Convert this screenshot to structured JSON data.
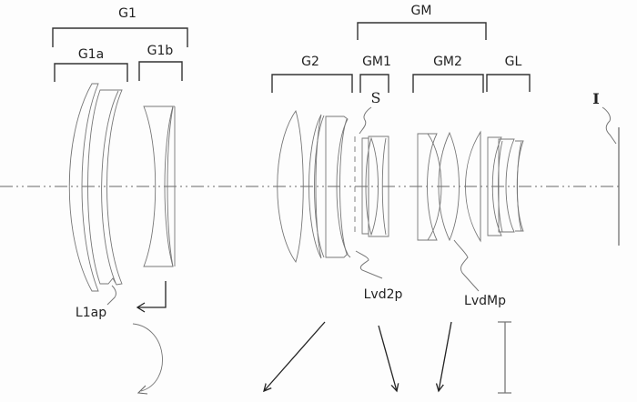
{
  "groups": {
    "g1": "G1",
    "g1a": "G1a",
    "g1b": "G1b",
    "gm": "GM",
    "g2": "G2",
    "gm1": "GM1",
    "gm2": "GM2",
    "gl": "GL"
  },
  "markers": {
    "stop": "S",
    "image_plane": "I"
  },
  "callouts": {
    "l1ap": "L1ap",
    "lvd2p": "Lvd2p",
    "lvdmp": "LvdMp"
  }
}
